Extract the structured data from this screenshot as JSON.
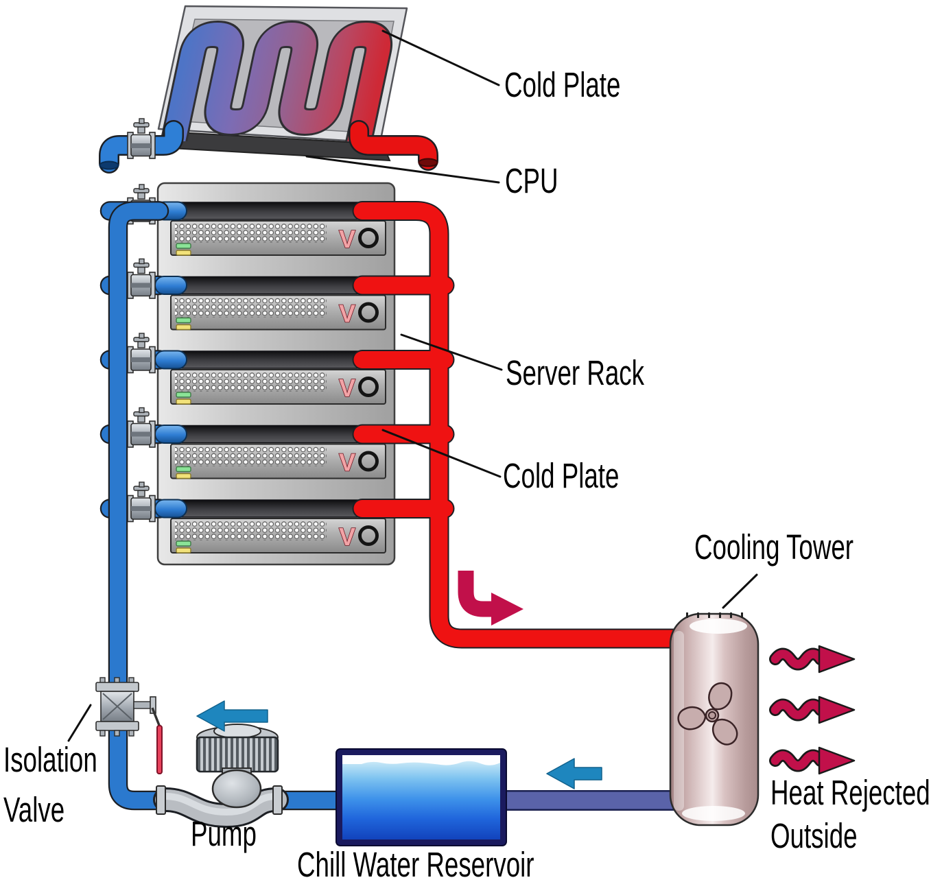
{
  "diagram": {
    "labels": {
      "cold_plate_top": "Cold Plate",
      "cpu": "CPU",
      "server_rack": "Server Rack",
      "cold_plate_rack": "Cold Plate",
      "cooling_tower": "Cooling Tower",
      "heat_rejected_line1": "Heat Rejected",
      "heat_rejected_line2": "Outside",
      "isolation_line1": "Isolation",
      "isolation_line2": "Valve",
      "pump": "Pump",
      "chill_water_reservoir": "Chill Water Reservoir"
    },
    "server_rack": {
      "unit_count": 5,
      "unit_logo": "V"
    },
    "colors": {
      "cold_pipe": "#2B79CE",
      "hot_pipe": "#EF1212",
      "tower_return_pipe": "#5A63A9",
      "heat_arrow": "#C1104A",
      "flow_arrow": "#1E86BE"
    }
  }
}
